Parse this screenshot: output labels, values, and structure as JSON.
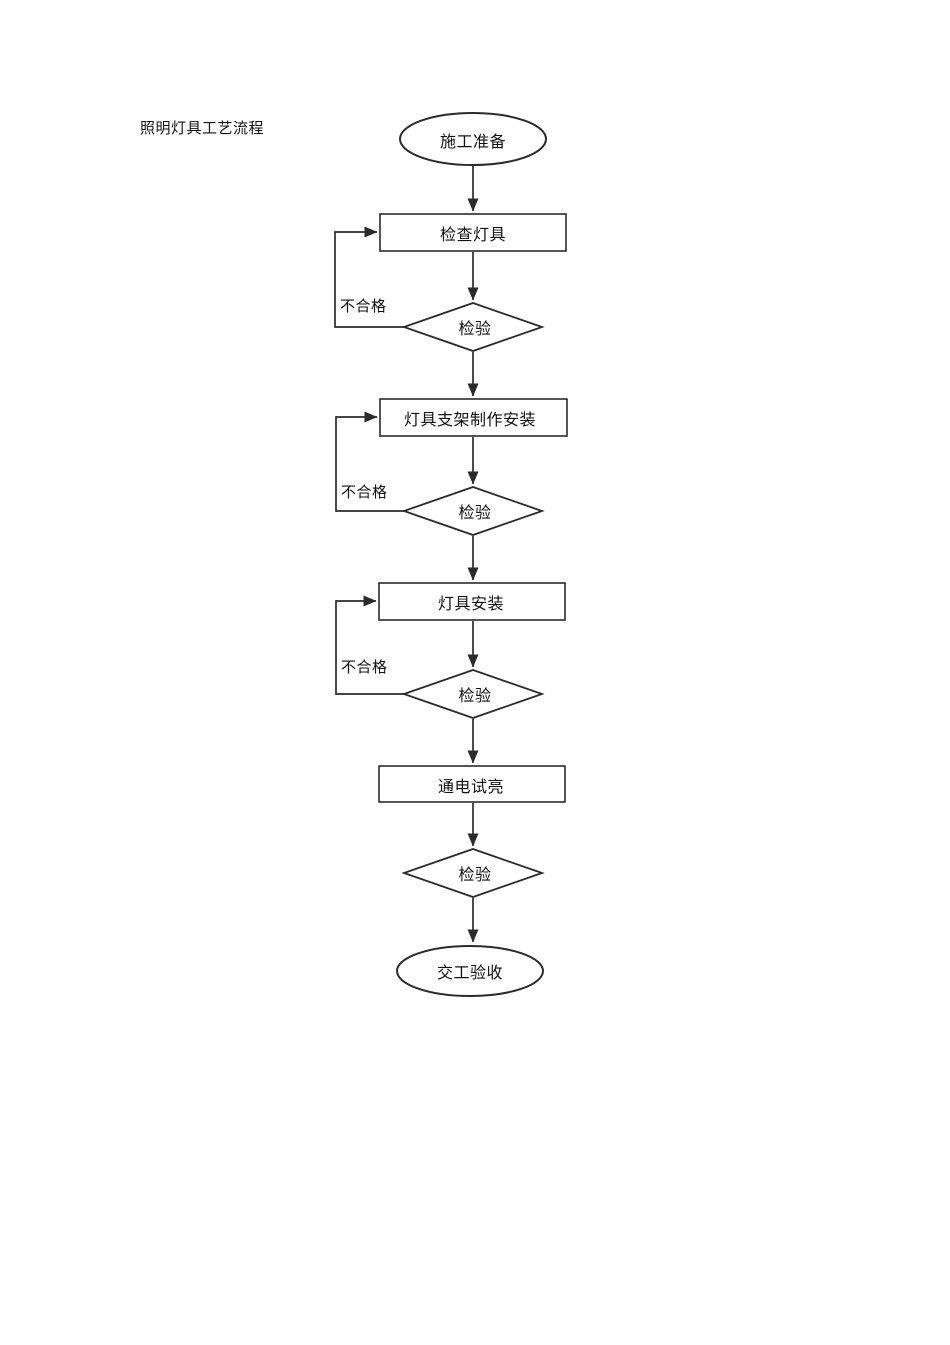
{
  "title": "照明灯具工艺流程",
  "colors": {
    "line": "#2b2b2b",
    "text": "#111111",
    "background": "#ffffff"
  },
  "flowchart": {
    "fail_label": "不合格",
    "nodes": [
      {
        "id": "start",
        "type": "terminator",
        "label": "施工准备"
      },
      {
        "id": "check-fixtures",
        "type": "process",
        "label": "检查灯具"
      },
      {
        "id": "inspection-1",
        "type": "decision",
        "label": "检验"
      },
      {
        "id": "bracket-fabrication-installation",
        "type": "process",
        "label": "灯具支架制作安装"
      },
      {
        "id": "inspection-2",
        "type": "decision",
        "label": "检验"
      },
      {
        "id": "fixture-installation",
        "type": "process",
        "label": "灯具安装"
      },
      {
        "id": "inspection-3",
        "type": "decision",
        "label": "检验"
      },
      {
        "id": "power-on-test",
        "type": "process",
        "label": "通电试亮"
      },
      {
        "id": "inspection-4",
        "type": "decision",
        "label": "检验"
      },
      {
        "id": "handover-acceptance",
        "type": "terminator",
        "label": "交工验收"
      }
    ],
    "edges": [
      {
        "from": "start",
        "to": "check-fixtures",
        "label": ""
      },
      {
        "from": "check-fixtures",
        "to": "inspection-1",
        "label": ""
      },
      {
        "from": "inspection-1",
        "to": "bracket-fabrication-installation",
        "label": ""
      },
      {
        "from": "inspection-1",
        "to": "check-fixtures",
        "label": "不合格"
      },
      {
        "from": "bracket-fabrication-installation",
        "to": "inspection-2",
        "label": ""
      },
      {
        "from": "inspection-2",
        "to": "fixture-installation",
        "label": ""
      },
      {
        "from": "inspection-2",
        "to": "bracket-fabrication-installation",
        "label": "不合格"
      },
      {
        "from": "fixture-installation",
        "to": "inspection-3",
        "label": ""
      },
      {
        "from": "inspection-3",
        "to": "power-on-test",
        "label": ""
      },
      {
        "from": "inspection-3",
        "to": "fixture-installation",
        "label": "不合格"
      },
      {
        "from": "power-on-test",
        "to": "inspection-4",
        "label": ""
      },
      {
        "from": "inspection-4",
        "to": "handover-acceptance",
        "label": ""
      }
    ]
  }
}
